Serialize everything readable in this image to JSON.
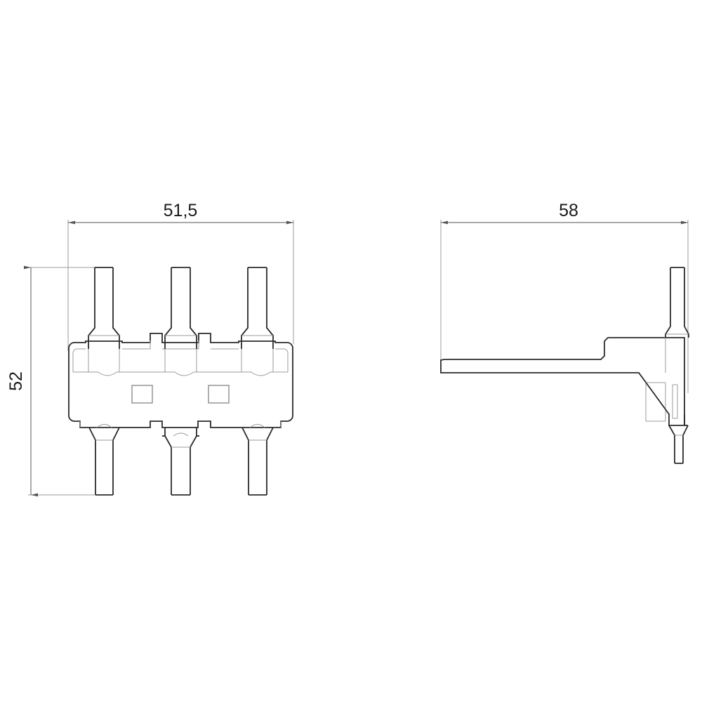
{
  "drawing": {
    "type": "technical-dimension-drawing",
    "title": "",
    "background_color": "#ffffff",
    "line_color_outline": "#2b2b2b",
    "line_color_hidden": "#9b9b9b",
    "line_color_dimension": "#555555",
    "text_color": "#1a1a1a",
    "units": "mm"
  },
  "views": {
    "front": {
      "name": "front-view",
      "pin_count_top": 3,
      "pin_count_bottom": 3,
      "square_cutouts": 2,
      "dimensions": {
        "width": {
          "label": "51,5",
          "orientation": "horizontal",
          "position": "top"
        },
        "height": {
          "label": "52",
          "orientation": "vertical",
          "position": "left"
        }
      }
    },
    "side": {
      "name": "side-view",
      "dimensions": {
        "width": {
          "label": "58",
          "orientation": "horizontal",
          "position": "top"
        }
      }
    }
  },
  "labels": {
    "front_width": "51,5",
    "front_height": "52",
    "side_width": "58"
  }
}
